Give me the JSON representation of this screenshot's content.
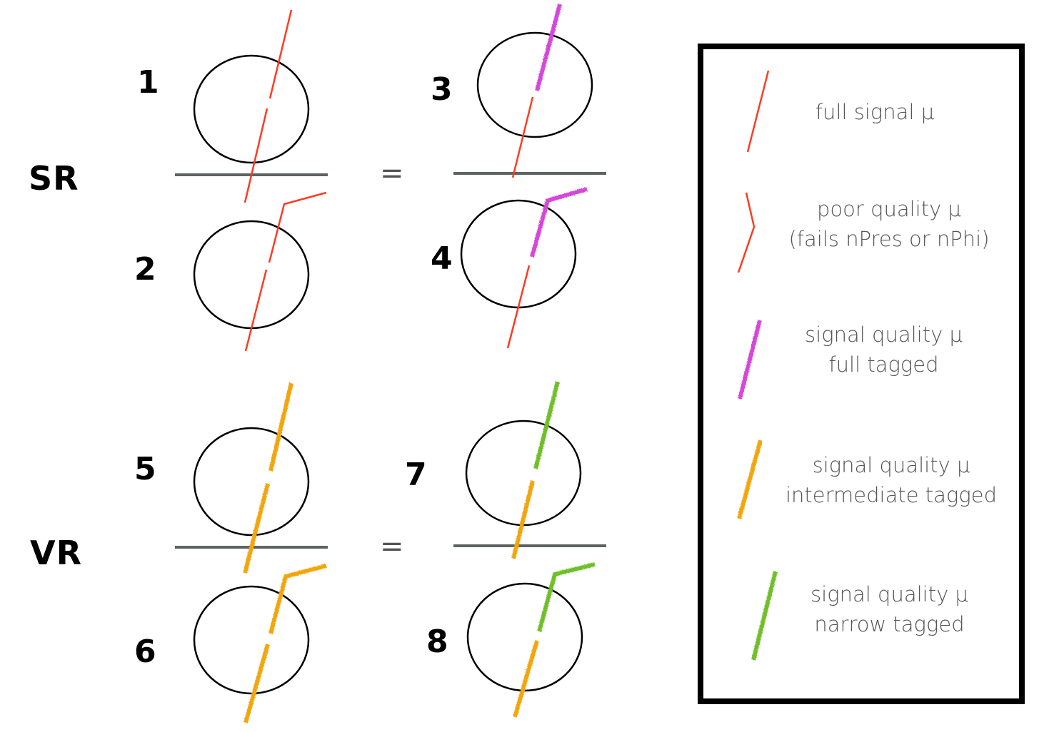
{
  "rows": {
    "sr": "SR",
    "vr": "VR"
  },
  "numbers": [
    "1",
    "2",
    "3",
    "4",
    "5",
    "6",
    "7",
    "8"
  ],
  "equals": "=",
  "legend": {
    "items": [
      {
        "lines": [
          "full signal μ"
        ],
        "color": "#ff3b1f",
        "style": "thin"
      },
      {
        "lines": [
          "poor quality μ",
          "(fails nPres or nPhi)"
        ],
        "color": "#ff3b1f",
        "style": "thin-kinked"
      },
      {
        "lines": [
          "signal quality μ",
          "full tagged"
        ],
        "color": "#d447d8",
        "style": "thick"
      },
      {
        "lines": [
          "signal quality μ",
          "intermediate tagged"
        ],
        "color": "#f2a610",
        "style": "thick"
      },
      {
        "lines": [
          "signal quality μ",
          "narrow tagged"
        ],
        "color": "#6fbf2a",
        "style": "thick"
      }
    ]
  },
  "colors": {
    "red": "#ff3b1f",
    "magenta": "#d447d8",
    "orange": "#f2a610",
    "green": "#6fbf2a",
    "divider": "#5f6262"
  }
}
